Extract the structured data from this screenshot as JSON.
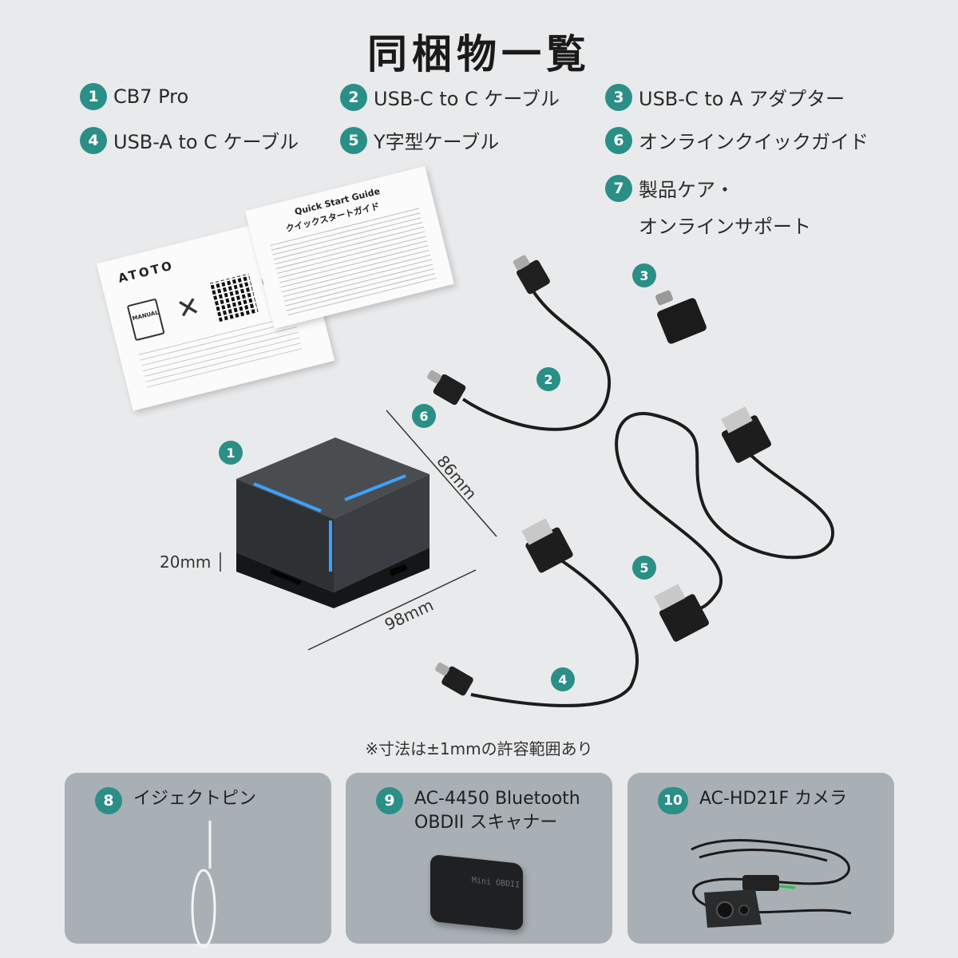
{
  "title": "同梱物一覧",
  "items": [
    {
      "num": "1",
      "label": "CB7 Pro"
    },
    {
      "num": "2",
      "label": "USB-C to C ケーブル"
    },
    {
      "num": "3",
      "label": "USB-C to A アダプター"
    },
    {
      "num": "4",
      "label": "USB-A to C ケーブル"
    },
    {
      "num": "5",
      "label": "Y字型ケーブル"
    },
    {
      "num": "6",
      "label": "オンラインクイックガイド"
    },
    {
      "num": "7",
      "label": "製品ケア・",
      "label2": "オンラインサポート"
    }
  ],
  "guide": {
    "brand": "ATOTO",
    "qs_title": "Quick Start Guide",
    "qs_title_jp": "クイックスタートガイド",
    "manual_label": "MANUAL"
  },
  "dimensions": {
    "depth": "86mm",
    "width": "98mm",
    "height": "20mm"
  },
  "note": "※寸法は±1mmの許容範囲あり",
  "optional": [
    {
      "num": "8",
      "label": "イジェクトピン"
    },
    {
      "num": "9",
      "label": "AC-4450 Bluetooth",
      "label2": "OBDII スキャナー",
      "device_text": "Mini OBDII"
    },
    {
      "num": "10",
      "label": "AC-HD21F カメラ"
    }
  ],
  "colors": {
    "accent": "#2a8f86",
    "background": "#e9eaeb",
    "card": "#a8afb5",
    "led": "#3ea0ff"
  }
}
